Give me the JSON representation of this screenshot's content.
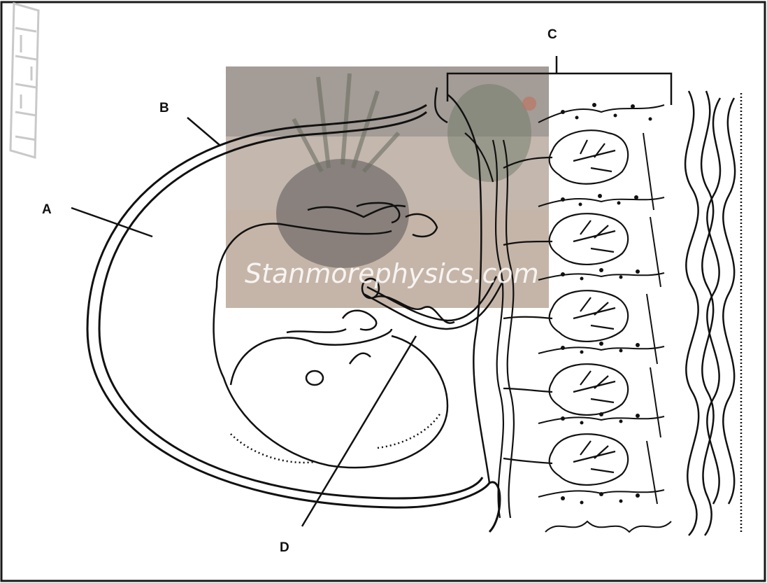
{
  "labels": {
    "a": "A",
    "b": "B",
    "c": "C",
    "d": "D"
  },
  "watermark": {
    "text": "Stanmorephysics.com"
  },
  "colors": {
    "line": "#111111",
    "frame": "#1a1a1a",
    "photo_overlay": "#b8a89c",
    "background": "#ffffff"
  }
}
